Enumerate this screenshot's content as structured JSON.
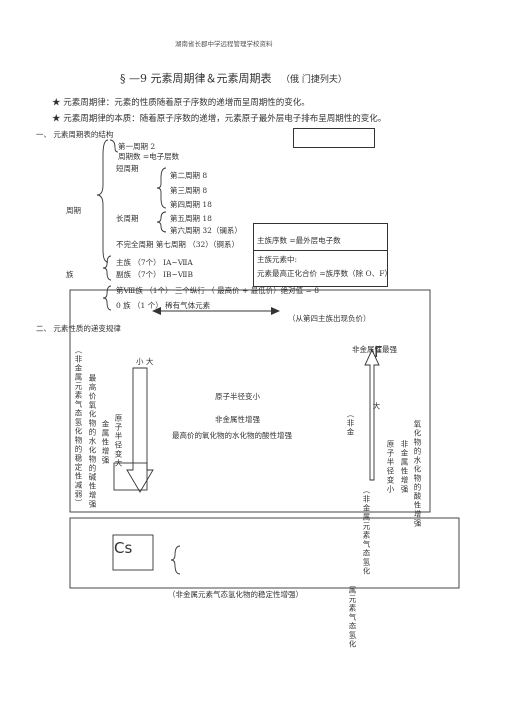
{
  "header": "湖南省长郡中学远程管理学校资料",
  "title": "§ —9 元素周期律＆元素周期表",
  "title_note": "（俄 门捷列夫）",
  "law": "元素周期律：元素的性质随着原子序数的递增而呈周期性的变化。",
  "essence": "元素周期律的本质：随着原子序数的递增，元素原子最外层电子排布呈周期性的变化。",
  "section1": "一、  元素周期表的结构",
  "first_period": "第一周期 2",
  "period_number": "周期数  =电子层数",
  "short_period": "短周期",
  "p2": "第二周期  8",
  "p3": "第三周期  8",
  "p4": "第四周期  18",
  "period": "周期",
  "long_period": "长周期",
  "p5": "第五周期  18",
  "p6": "第六周期  32（镧系）",
  "incomplete": "不完全周期  第七周期  （32）（锕系）",
  "main_group": "主族  （7个）    ⅠA~ⅦA",
  "sub_group": "副族  （7个）    ⅠB~ⅦB",
  "group": "族",
  "group8": "第Ⅷ族  （1个）  三个纵行  （  最高价  + 最低价）绝对值 = 8",
  "group0": "0 族  （1 个）  稀有气体元素",
  "main_box1": "主族序数  =最外层电子数",
  "main_box2": "主族元素中:",
  "main_box3": "元素最高正化合价  =族序数（除  O、F）",
  "neg_note": "（从第四主族出现负价）",
  "section2": "二、  元素性质的递变规律",
  "small_large": "小  大",
  "nonmetal_strongest": "非金属性最强",
  "F": "F",
  "radius_decrease": "原子半径变小",
  "nonmetal_increase": "非金属性增强",
  "acid_increase": "最高价的氧化物的水化物的酸性增强",
  "left_v1": "（非金属元素气态氢化物的稳定性减弱）",
  "left_v2": "最高价氧化物的水化物的碱性增强",
  "left_v3": "金属性增强",
  "left_v4": "原子半径变大",
  "right_v_paren": "（非金",
  "right_v_big": "大",
  "right_v1": "原子半径变小",
  "right_v2": "非金属性增强",
  "right_v3": "氧化物的水化物的酸性增强",
  "right_v4": "（非金属元素气态氢化",
  "right_v5": "属元素气态氢化",
  "Cs": "Cs",
  "bottom_stability": "（非金属元素气态氢化物的稳定性增强）"
}
